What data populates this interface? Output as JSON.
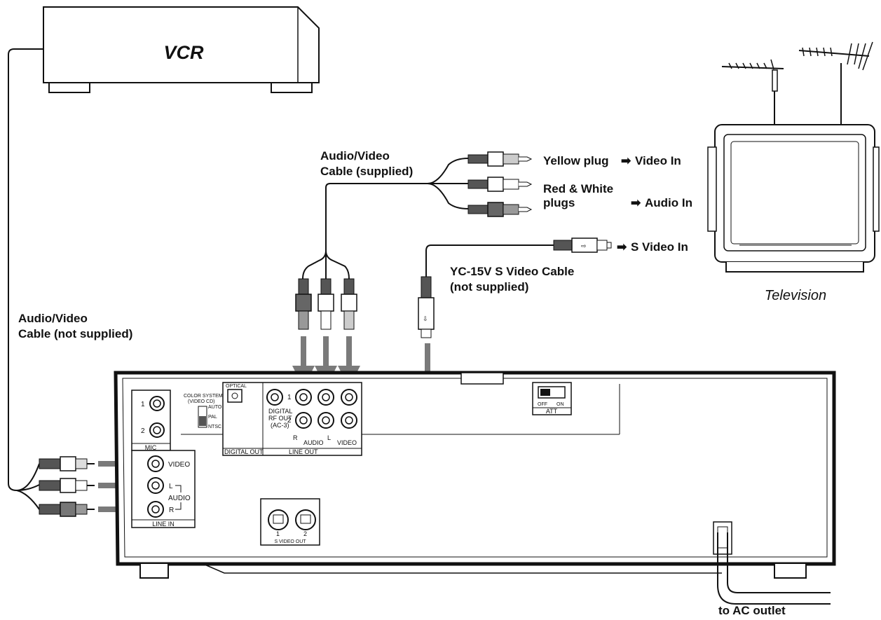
{
  "vcr": {
    "label": "VCR"
  },
  "television": {
    "label": "Television"
  },
  "cables": {
    "av_supplied": {
      "line1": "Audio/Video",
      "line2": "Cable (supplied)"
    },
    "av_not_supplied": {
      "line1": "Audio/Video",
      "line2": "Cable (not supplied)"
    },
    "s_video": {
      "line1": "YC-15V S Video Cable",
      "line2": "(not supplied)"
    }
  },
  "connections": {
    "yellow": "Yellow plug",
    "video_in": "Video In",
    "red_white_1": "Red & White",
    "red_white_2": "plugs",
    "audio_in": "Audio In",
    "s_video_in": "S Video In",
    "ac_outlet": "to AC outlet"
  },
  "panel": {
    "mic": "MIC",
    "jack1": "1",
    "jack2": "2",
    "color_system_1": "COLOR SYSTEM",
    "color_system_2": "(VIDEO CD)",
    "auto": "AUTO",
    "pal": "PAL",
    "ntsc": "NTSC",
    "optical": "OPTICAL",
    "digital_rf_1": "DIGITAL",
    "digital_rf_2": "RF OUT",
    "digital_rf_3": "(AC-3)",
    "row1": "1",
    "row2": "2",
    "r": "R",
    "audio": "AUDIO",
    "l": "L",
    "video": "VIDEO",
    "digital_out": "DIGITAL OUT",
    "line_out": "LINE OUT",
    "line_in_video": "VIDEO",
    "line_in_l": "L",
    "line_in_audio": "AUDIO",
    "line_in_r": "R",
    "line_in": "LINE IN",
    "s_video_1": "1",
    "s_video_2": "2",
    "s_video_out": "S VIDEO OUT",
    "att_off": "OFF",
    "att_on": "ON",
    "att": "ATT"
  }
}
